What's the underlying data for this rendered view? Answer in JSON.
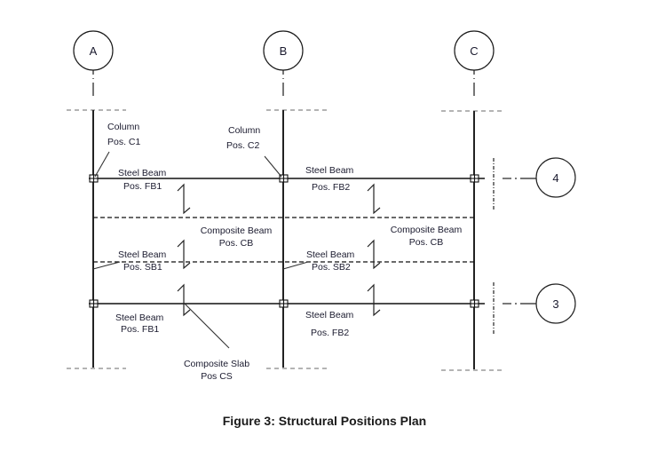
{
  "figure": {
    "caption": "Figure 3: Structural Positions Plan"
  },
  "grid": {
    "columns": [
      {
        "id": "A",
        "label": "A"
      },
      {
        "id": "B",
        "label": "B"
      },
      {
        "id": "C",
        "label": "C"
      }
    ],
    "rows": [
      {
        "id": "4",
        "label": "4"
      },
      {
        "id": "3",
        "label": "3"
      }
    ]
  },
  "labels": {
    "column_c1": [
      "Column",
      "Pos. C1"
    ],
    "column_c2": [
      "Column",
      "Pos. C2"
    ],
    "steel_beam_fb1_top": [
      "Steel Beam",
      "Pos. FB1"
    ],
    "steel_beam_fb2_top": [
      "Steel Beam",
      "Pos. FB2"
    ],
    "composite_beam_left": [
      "Composite Beam",
      "Pos. CB"
    ],
    "composite_beam_right": [
      "Composite Beam",
      "Pos. CB"
    ],
    "steel_beam_sb1": [
      "Steel Beam",
      "Pos. SB1"
    ],
    "steel_beam_sb2": [
      "Steel Beam",
      "Pos. SB2"
    ],
    "steel_beam_fb1_bottom": [
      "Steel Beam",
      "Pos. FB1"
    ],
    "steel_beam_fb2_bottom": [
      "Steel Beam",
      "Pos. FB2"
    ],
    "composite_slab": [
      "Composite Slab",
      "Pos CS"
    ]
  },
  "colors": {
    "line": "#1a1a1a",
    "dashed_grey": "#888888",
    "text": "#1a1a2e"
  }
}
